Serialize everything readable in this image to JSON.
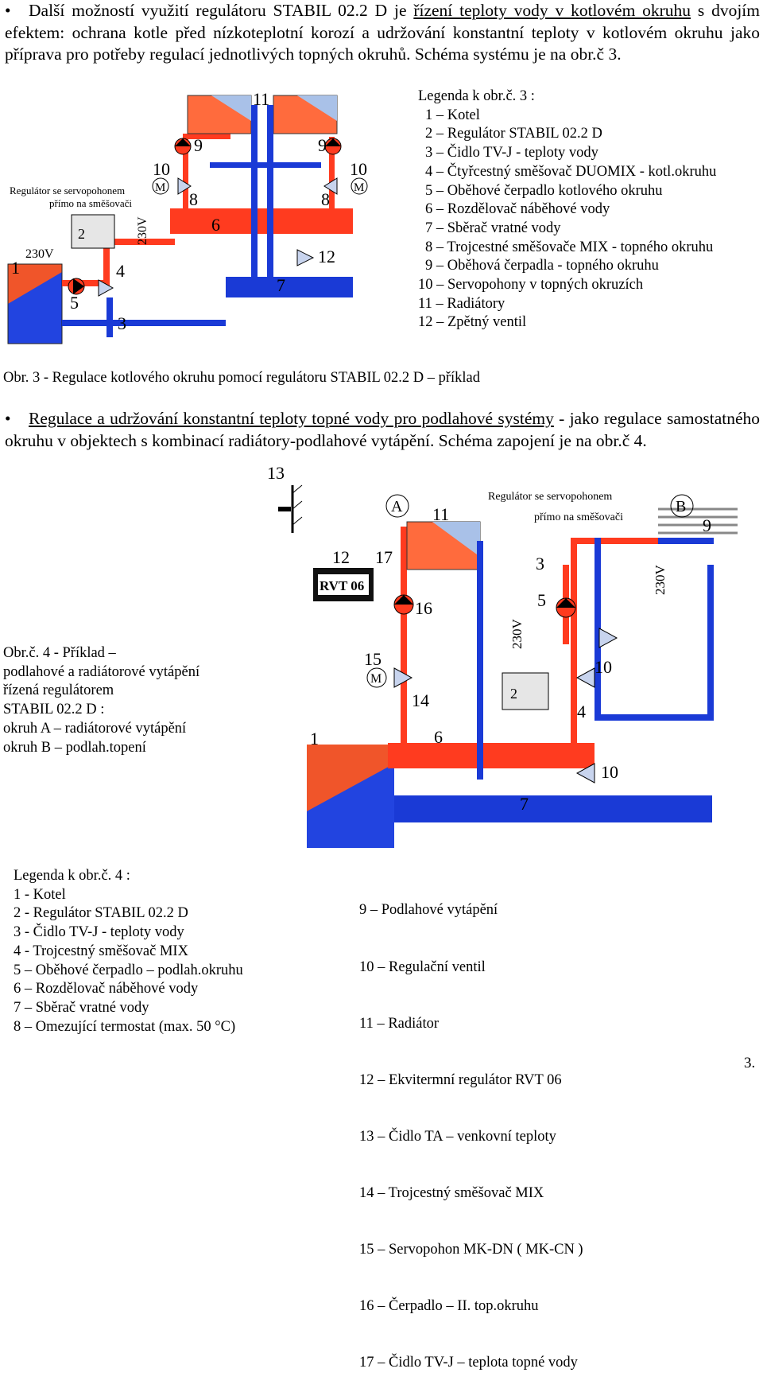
{
  "para1": {
    "bullet": "•",
    "text_start": "Další možností využití regulátoru STABIL 02.2 D je ",
    "link": "řízení teploty vody v kotlovém okruhu",
    "text_rest": " s dvojím efektem: ochrana kotle před nízkoteplotní korozí a udržování konstantní teploty v kotlovém okruhu jako příprava pro potřeby regulací jednotlivých topných okruhů. Schéma systému je na obr.č 3."
  },
  "fig3": {
    "regulator_note_1": "Regulátor se servopohonem",
    "regulator_note_2": "přímo na směšovači",
    "voltage_a": "230V",
    "voltage_b": "230V",
    "motor": "M",
    "numbers": [
      "1",
      "2",
      "3",
      "4",
      "5",
      "6",
      "7",
      "8",
      "9",
      "10",
      "11",
      "12"
    ],
    "legend_title": "Legenda k obr.č. 3 :",
    "legend": [
      "1 – Kotel",
      "2 – Regulátor STABIL 02.2 D",
      "3 – Čidlo  TV-J - teploty vody",
      "4 – Čtyřcestný směšovač DUOMIX - kotl.okruhu",
      "5 – Oběhové čerpadlo kotlového okruhu",
      "6 – Rozdělovač náběhové vody",
      "7 – Sběrač vratné vody",
      "8 – Trojcestné směšovače MIX - topného okruhu",
      "9 – Oběhová čerpadla - topného okruhu",
      "10 – Servopohony v topných okruzích",
      "11 – Radiátory",
      "12 – Zpětný ventil"
    ],
    "caption": "Obr. 3 -  Regulace kotlového okruhu pomocí regulátoru STABIL 02.2 D – příklad"
  },
  "para2": {
    "bullet": "•",
    "link": "Regulace a udržování  konstantní teploty topné vody pro podlahové systémy",
    "text_rest": " - jako regulace samostatného okruhu v objektech s kombinací radiátory-podlahové vytápění. Schéma zapojení je na obr.č 4."
  },
  "fig4": {
    "caption_lines": [
      "Obr.č. 4 - Příklad  –",
      "podlahové  a  radiátorové vytápění",
      "řízená  regulátorem",
      "STABIL  02.2 D  :",
      "okruh A – radiátorové vytápění",
      "okruh B – podlah.topení"
    ],
    "regulator_note_1": "Regulátor se servopohonem",
    "regulator_note_2": "přímo na směšovači",
    "rvt": "RVT 06",
    "circuit_a": "A",
    "circuit_b": "B",
    "voltage_a": "230V",
    "voltage_b": "230V",
    "motor": "M",
    "numbers": [
      "1",
      "2",
      "3",
      "4",
      "5",
      "6",
      "7",
      "9",
      "10",
      "10",
      "11",
      "12",
      "13",
      "14",
      "15",
      "16",
      "17"
    ],
    "legend_title": "Legenda k obr.č. 4 :",
    "legend_left": [
      "1 - Kotel",
      "2 - Regulátor STABIL 02.2 D",
      "3 - Čidlo TV-J - teploty vody",
      "4 - Trojcestný směšovač MIX",
      "5 – Oběhové čerpadlo – podlah.okruhu",
      "6 – Rozdělovač náběhové vody",
      "7 – Sběrač vratné vody",
      "8 – Omezující termostat (max. 50 °C)"
    ],
    "legend_right": [
      " 9 – Podlahové vytápění",
      "10 – Regulační ventil",
      "11 – Radiátor",
      "12 – Ekvitermní regulátor RVT 06",
      "13 – Čidlo TA – venkovní teploty",
      "14 – Trojcestný směšovač MIX",
      "15 – Servopohon MK-DN ( MK-CN )",
      "16 – Čerpadlo – II. top.okruhu",
      "17 – Čidlo TV-J – teplota topné vody"
    ]
  },
  "page_number": "3.",
  "colors": {
    "supply": "#ff3b1f",
    "return": "#1a3ad6",
    "boiler_top": "#f0552a",
    "boiler_bottom": "#2244e0"
  }
}
